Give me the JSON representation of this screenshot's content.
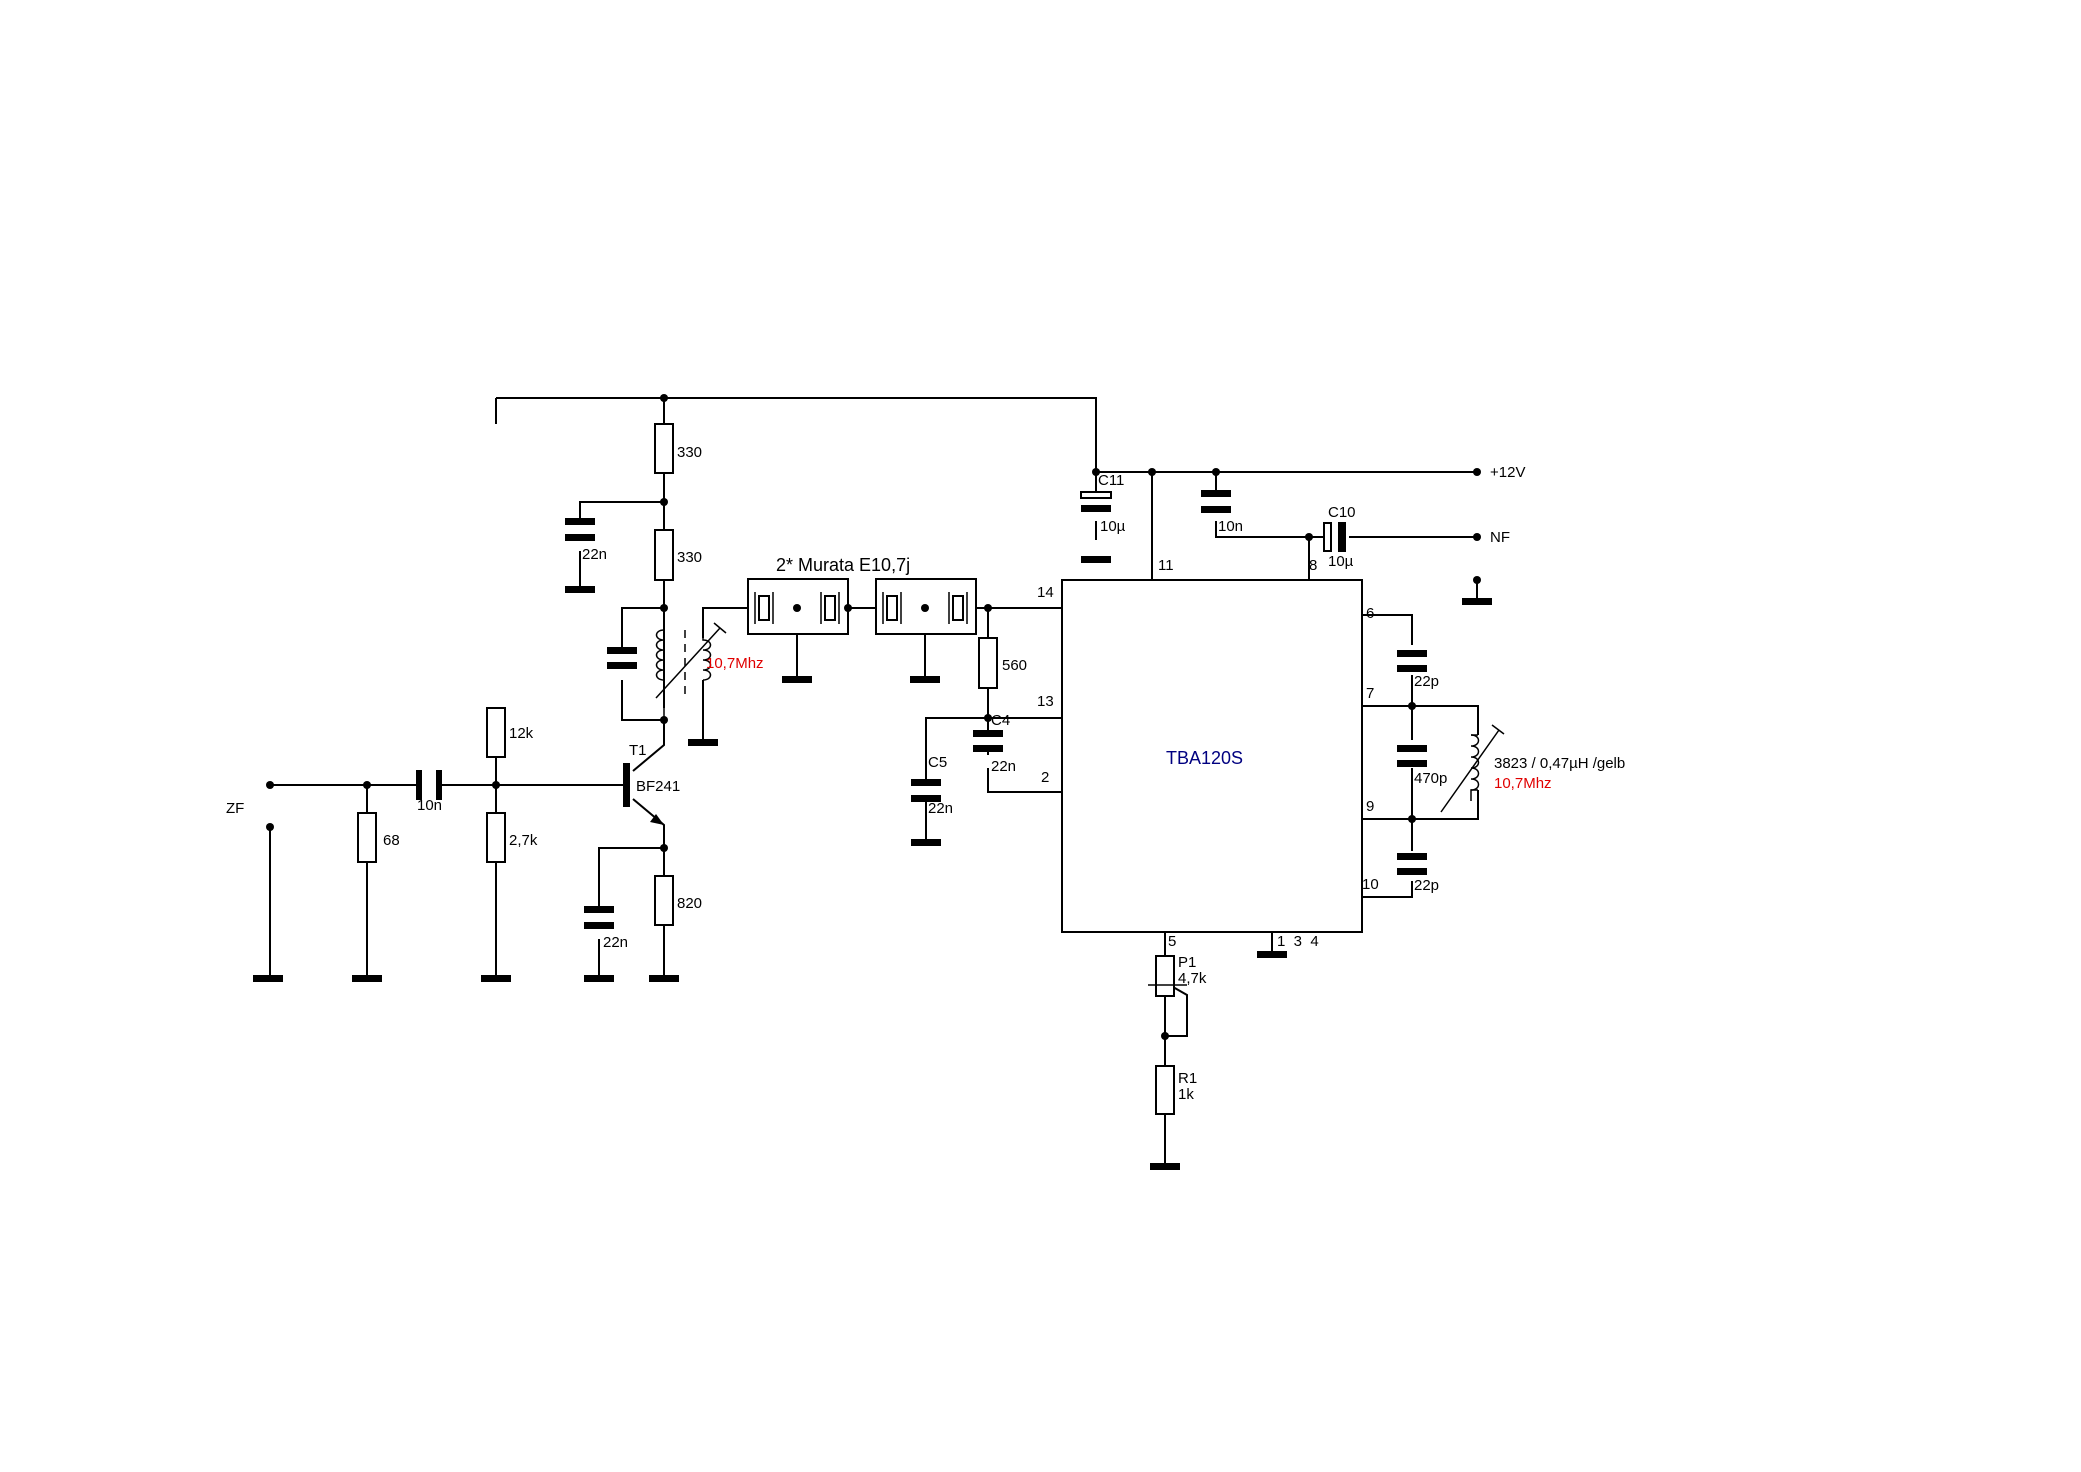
{
  "colors": {
    "wire": "#000000",
    "background": "#ffffff",
    "frequency_label": "#e00000",
    "ic_label": "#000080"
  },
  "labels": {
    "zf": "ZF",
    "supply": "+12V",
    "nf": "NF",
    "filter_title": "2* Murata E10,7j",
    "ic_name": "TBA120S",
    "transistor_ref": "T1",
    "transistor_type": "BF241",
    "coil_freq": "10,7Mhz",
    "tank_coil": "3823 / 0,47µH /gelb",
    "tank_freq": "10,7Mhz"
  },
  "components": {
    "r_68": "68",
    "c_10n_input": "10n",
    "r_12k": "12k",
    "r_2k7": "2,7k",
    "r_820": "820",
    "c_22n_emitter": "22n",
    "r_330_top": "330",
    "r_330_mid": "330",
    "c_22n_decouple": "22n",
    "r_560": "560",
    "c4_ref": "C4",
    "c4_val": "22n",
    "c5_ref": "C5",
    "c5_val": "22n",
    "c11_ref": "C11",
    "c11_val": "10µ",
    "c_10n_supply": "10n",
    "c10_ref": "C10",
    "c10_val": "10µ",
    "c_22p_top": "22p",
    "c_470p": "470p",
    "c_22p_bottom": "22p",
    "p1_ref": "P1",
    "p1_val": "4,7k",
    "r1_ref": "R1",
    "r1_val": "1k"
  },
  "pins": {
    "p14": "14",
    "p13": "13",
    "p2": "2",
    "p11": "11",
    "p8": "8",
    "p6": "6",
    "p7": "7",
    "p9": "9",
    "p10": "10",
    "p5": "5",
    "p134": "1  3  4"
  }
}
